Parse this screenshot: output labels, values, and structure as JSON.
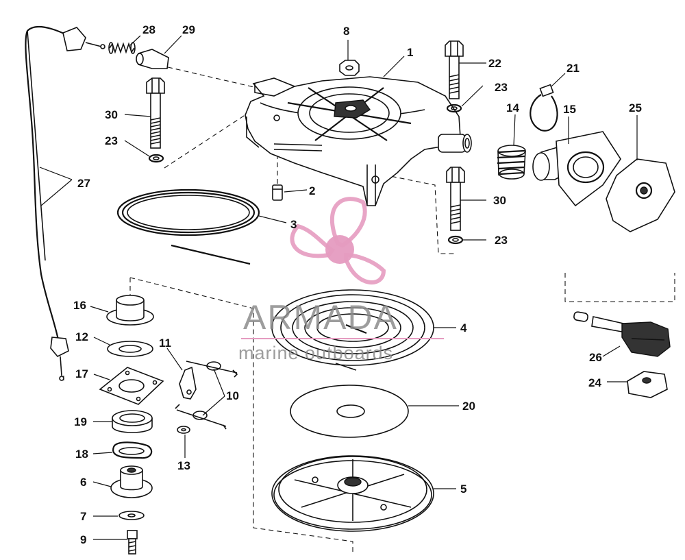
{
  "diagram": {
    "part_labels": [
      {
        "id": "p1",
        "text": "1"
      },
      {
        "id": "p2",
        "text": "2"
      },
      {
        "id": "p3",
        "text": "3"
      },
      {
        "id": "p4",
        "text": "4"
      },
      {
        "id": "p5",
        "text": "5"
      },
      {
        "id": "p6",
        "text": "6"
      },
      {
        "id": "p7",
        "text": "7"
      },
      {
        "id": "p8",
        "text": "8"
      },
      {
        "id": "p9",
        "text": "9"
      },
      {
        "id": "p10",
        "text": "10"
      },
      {
        "id": "p11",
        "text": "11"
      },
      {
        "id": "p12",
        "text": "12"
      },
      {
        "id": "p13",
        "text": "13"
      },
      {
        "id": "p14",
        "text": "14"
      },
      {
        "id": "p15",
        "text": "15"
      },
      {
        "id": "p16",
        "text": "16"
      },
      {
        "id": "p17",
        "text": "17"
      },
      {
        "id": "p18",
        "text": "18"
      },
      {
        "id": "p19",
        "text": "19"
      },
      {
        "id": "p20",
        "text": "20"
      },
      {
        "id": "p21",
        "text": "21"
      },
      {
        "id": "p22",
        "text": "22"
      },
      {
        "id": "p23a",
        "text": "23"
      },
      {
        "id": "p23b",
        "text": "23"
      },
      {
        "id": "p23c",
        "text": "23"
      },
      {
        "id": "p24",
        "text": "24"
      },
      {
        "id": "p25",
        "text": "25"
      },
      {
        "id": "p26",
        "text": "26"
      },
      {
        "id": "p27",
        "text": "27"
      },
      {
        "id": "p28",
        "text": "28"
      },
      {
        "id": "p29",
        "text": "29"
      },
      {
        "id": "p30a",
        "text": "30"
      },
      {
        "id": "p30b",
        "text": "30"
      }
    ]
  },
  "watermark": {
    "brand": "ARMADA",
    "tagline": "marine outboards",
    "logo_icon": "propeller-logo-icon",
    "logo_color": "#e59bc0",
    "text_color": "#8c8c8c"
  }
}
